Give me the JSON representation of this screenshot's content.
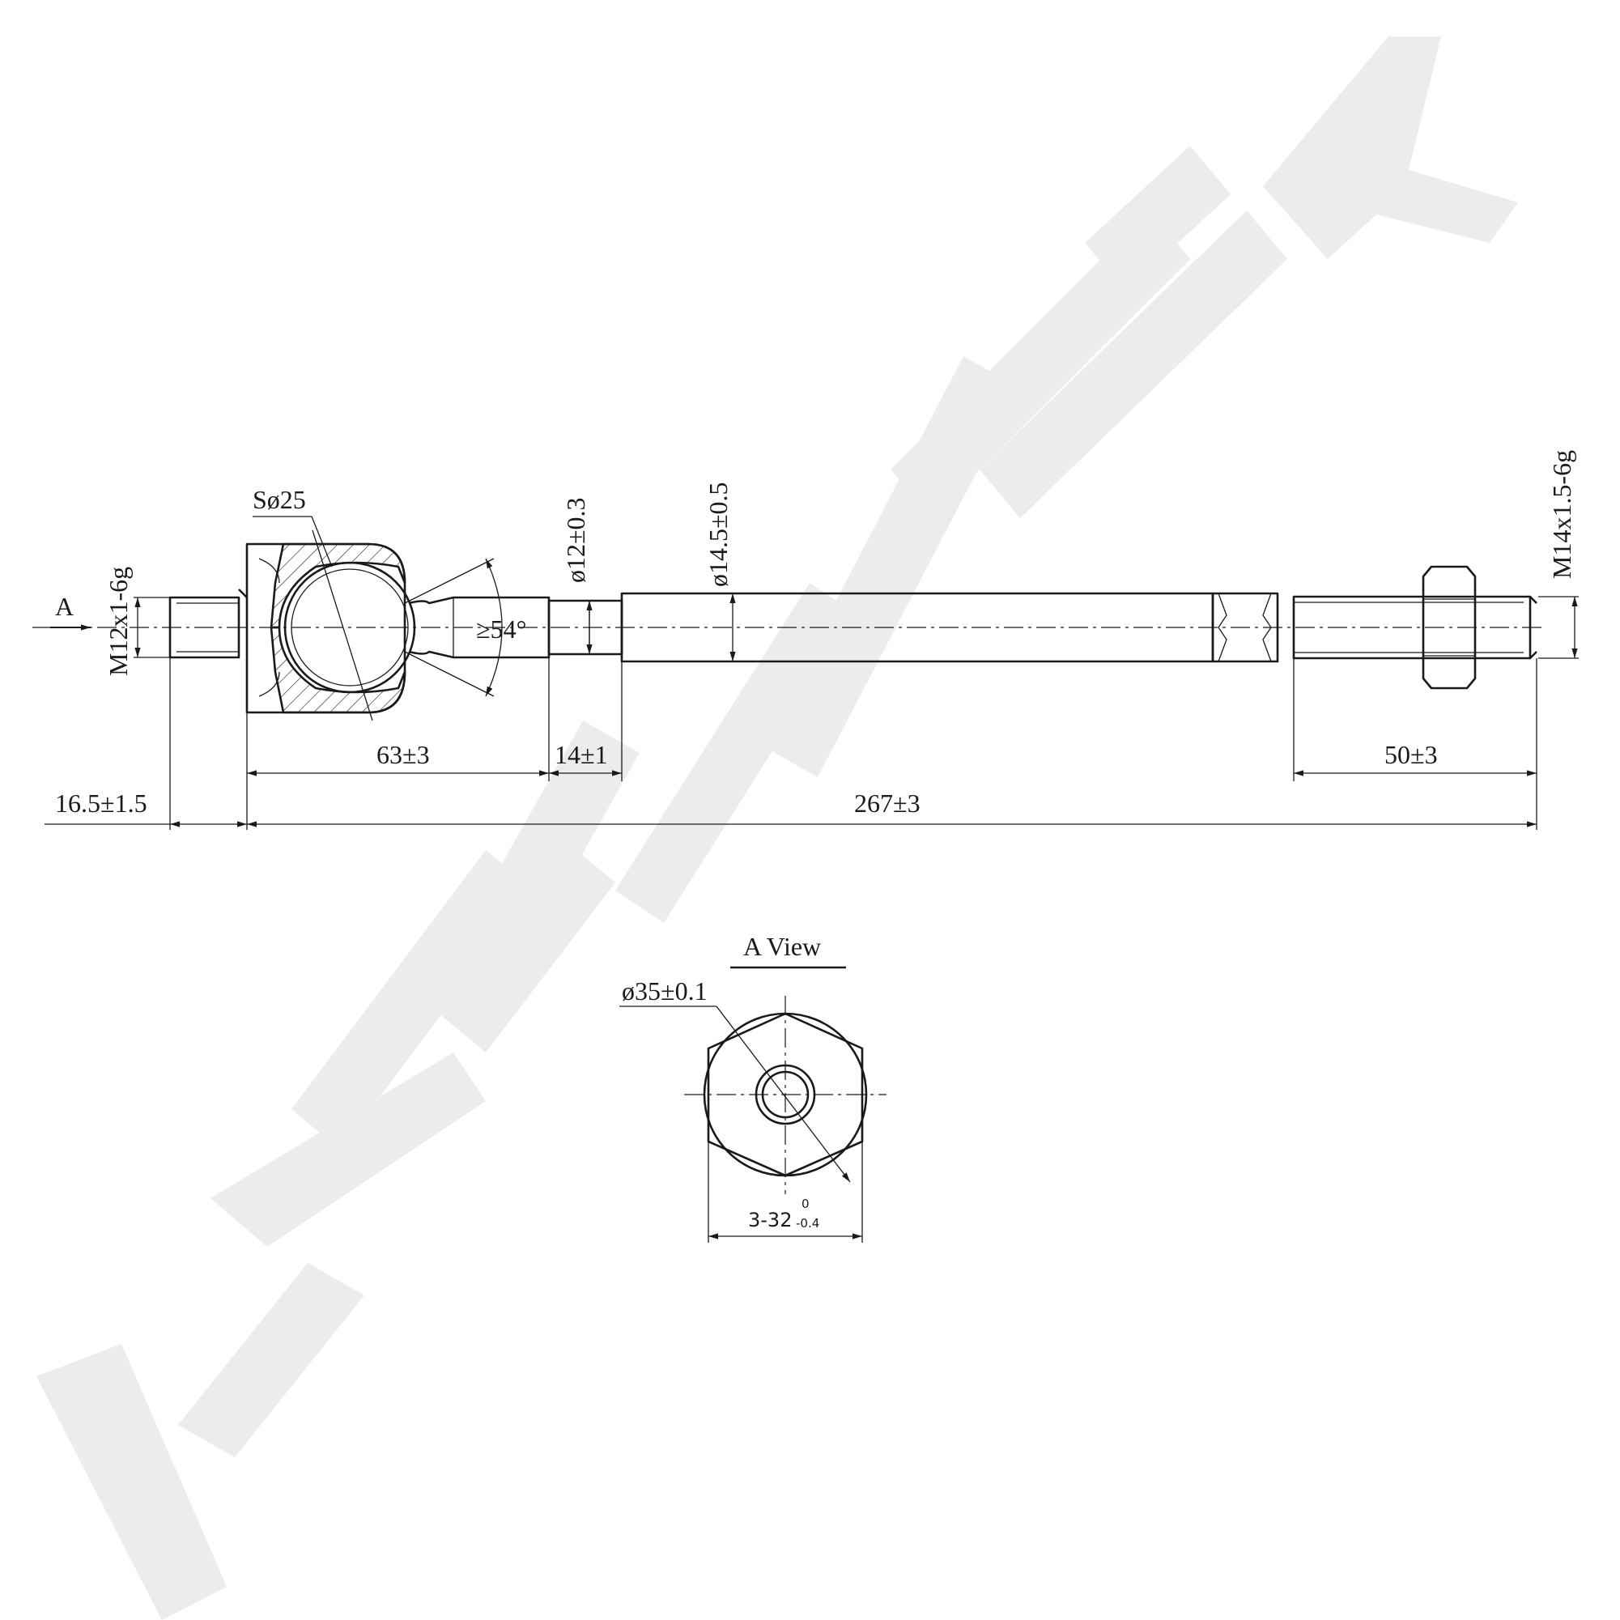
{
  "watermark": {
    "text": "ZENNEK",
    "color": "#ebebeb"
  },
  "view_arrow": {
    "label": "A"
  },
  "dimensions": {
    "left_thread": "M12x1-6g",
    "ball_diameter": "Sø25",
    "angle": "≥54°",
    "neck_diameter": "ø12±0.3",
    "rod_diameter": "ø14.5±0.5",
    "right_thread": "M14x1.5-6g",
    "housing_length": "63±3",
    "neck_length": "14±1",
    "thread_length": "50±3",
    "stud_length": "16.5±1.5",
    "overall_length": "267±3"
  },
  "a_view": {
    "title": "A View",
    "diameter": "ø35±0.1",
    "across_flats_main": "3-32",
    "tolerance_upper": "0",
    "tolerance_lower": "-0.4"
  }
}
